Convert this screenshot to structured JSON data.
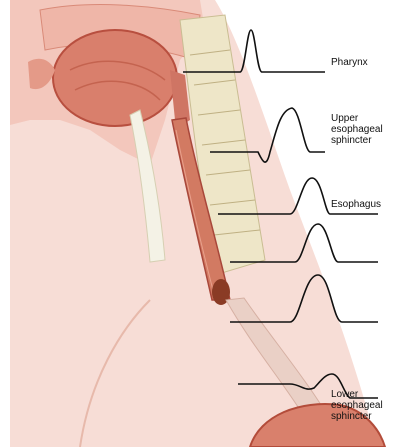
{
  "labels": {
    "pharynx": "Pharynx",
    "upper_esophageal_sphincter": "Upper\nesophageal\nsphincter",
    "esophagus": "Esophagus",
    "lower_esophageal_sphincter": "Lower\nesophageal\nsphincter"
  },
  "colors": {
    "skin": "#f6d8d0",
    "tissue": "#f1b3a6",
    "muscle": "#d97f6c",
    "muscle_dark": "#b84f3f",
    "bone": "#eee6c8",
    "cartilage": "#f4f2e6",
    "trace": "#111111"
  }
}
